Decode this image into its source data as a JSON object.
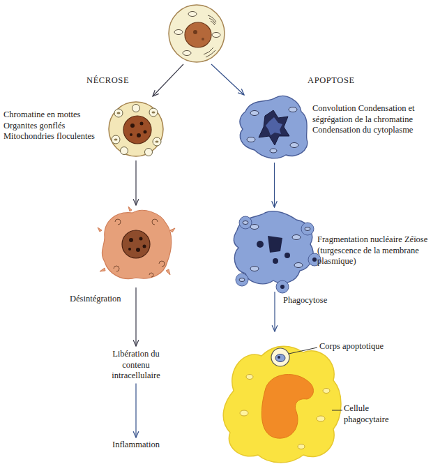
{
  "diagram": {
    "nodes": [
      {
        "text": [
          "Chromatine en mottes Organites gonflés Mitochondries floculentes"
        ]
      },
      {
        "text": [
          "Convolution Condensation et ségrégation de la chromatine Condensation du cytoplasme"
        ]
      },
      {
        "text": [
          "Fragmentation nucléaire Zéïose (turgescence de la membrane plasmique)"
        ]
      },
      {
        "text": [
          "Libération du contenu intracellulaire"
        ]
      },
      {
        "text": [
          "Inflammation"
        ]
      },
      {
        "text": [
          "Cellule phagocytaire"
        ]
      }
    ],
    "edges": [
      {
        "from": 1,
        "to": 2,
        "arrow": "to"
      },
      {
        "from": 2,
        "to": 5,
        "label": "Phagocytose",
        "arrow": "to"
      },
      {
        "from": 3,
        "to": 4,
        "arrow": "to"
      }
    ],
    "labels": [
      "NÉCROSE",
      "APOPTOSE",
      "Désintégration",
      "Corps apoptotique"
    ]
  }
}
